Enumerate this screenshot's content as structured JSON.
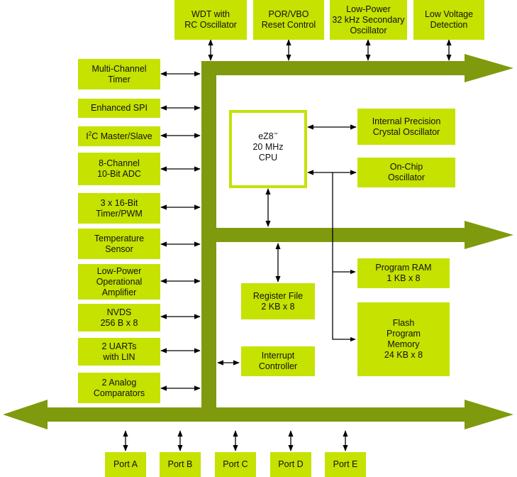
{
  "top_blocks": [
    {
      "id": "wdt",
      "label": "WDT with\nRC Oscillator"
    },
    {
      "id": "por",
      "label": "POR/VBO\nReset Control"
    },
    {
      "id": "lposc",
      "label": "Low-Power\n32 kHz Secondary\nOscillator"
    },
    {
      "id": "lvd",
      "label": "Low Voltage\nDetection"
    }
  ],
  "left_blocks": [
    {
      "id": "timer",
      "label": "Multi-Channel\nTimer"
    },
    {
      "id": "spi",
      "label": "Enhanced SPI"
    },
    {
      "id": "i2c",
      "label_prefix": "I",
      "label_sup": "2",
      "label_suffix": "C Master/Slave"
    },
    {
      "id": "adc",
      "label": "8-Channel\n10-Bit ADC"
    },
    {
      "id": "pwm",
      "label": "3 x 16-Bit\nTimer/PWM"
    },
    {
      "id": "temp",
      "label": "Temperature\nSensor"
    },
    {
      "id": "opamp",
      "label": "Low-Power\nOperational\nAmplifier"
    },
    {
      "id": "nvds",
      "label": "NVDS\n256 B x 8"
    },
    {
      "id": "uarts",
      "label": "2 UARTs\nwith LIN"
    },
    {
      "id": "comp",
      "label": "2 Analog\nComparators"
    }
  ],
  "cpu": {
    "name": "eZ8",
    "tm": "™",
    "line2": "20 MHz",
    "line3": "CPU"
  },
  "inner_blocks": [
    {
      "id": "ipco",
      "label": "Internal Precision\nCrystal Oscillator"
    },
    {
      "id": "onchip",
      "label": "On-Chip\nOscillator"
    },
    {
      "id": "ram",
      "label": "Program RAM\n1 KB x 8"
    },
    {
      "id": "flash",
      "label": "Flash\nProgram\nMemory\n24 KB x 8"
    },
    {
      "id": "regfile",
      "label": "Register File\n2 KB x 8"
    },
    {
      "id": "irq",
      "label": "Interrupt\nController"
    }
  ],
  "ports": [
    "Port A",
    "Port B",
    "Port C",
    "Port D",
    "Port E"
  ],
  "colors": {
    "block": "#c5e200",
    "bus": "#7f9a0c",
    "line": "#000000"
  }
}
